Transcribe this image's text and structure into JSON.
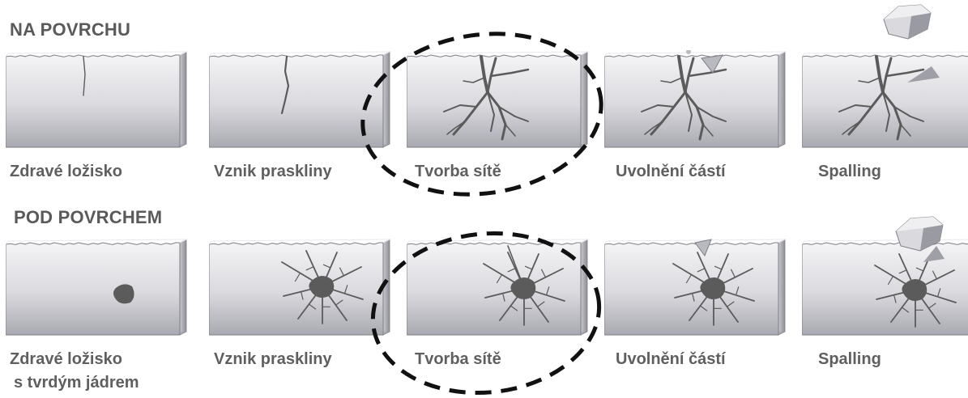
{
  "sections": [
    {
      "title": "NA POVRCHU",
      "stages": [
        {
          "label": "Zdravé ložisko",
          "label_line2": ""
        },
        {
          "label": "Vznik praskliny",
          "label_line2": ""
        },
        {
          "label": "Tvorba sítě",
          "label_line2": ""
        },
        {
          "label": "Uvolnění částí",
          "label_line2": ""
        },
        {
          "label": "Spalling",
          "label_line2": ""
        }
      ]
    },
    {
      "title": "POD POVRCHEM",
      "stages": [
        {
          "label": "Zdravé ložisko",
          "label_line2": "s tvrdým jádrem"
        },
        {
          "label": "Vznik praskliny",
          "label_line2": ""
        },
        {
          "label": "Tvorba sítě",
          "label_line2": ""
        },
        {
          "label": "Uvolnění částí",
          "label_line2": ""
        },
        {
          "label": "Spalling",
          "label_line2": ""
        }
      ]
    }
  ],
  "highlight": {
    "stage": "Tvorba sítě",
    "style": "dashed-ellipse"
  },
  "colors": {
    "text": "#5f5f5f",
    "crack": "#5b5b5b",
    "block_top": "#f4f4f6",
    "block_mid": "#d9d9de",
    "block_bottom": "#a9a9b1",
    "outline": "#7e7e86",
    "highlight": "#111111"
  }
}
